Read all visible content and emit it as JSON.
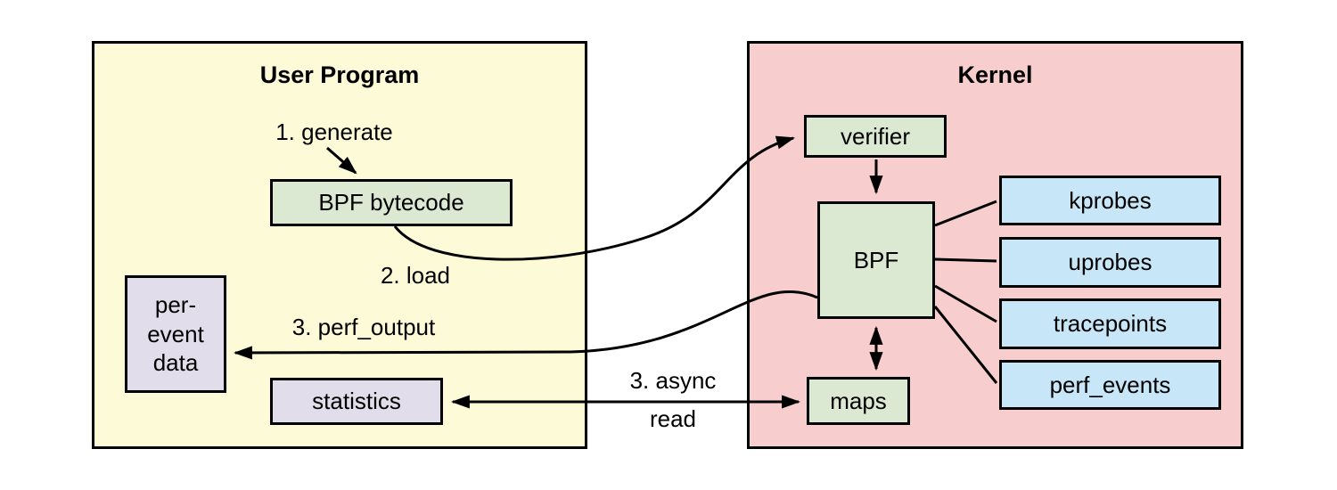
{
  "diagram": {
    "user_program": {
      "title": "User Program",
      "nodes": {
        "bpf_bytecode": "BPF bytecode",
        "per_event_data": {
          "lines": [
            "per-",
            "event",
            "data"
          ]
        },
        "statistics": "statistics"
      },
      "labels": {
        "step1": "1. generate",
        "step2": "2. load",
        "step3_perf_output": "3. perf_output"
      }
    },
    "kernel": {
      "title": "Kernel",
      "nodes": {
        "verifier": "verifier",
        "bpf": "BPF",
        "maps": "maps",
        "kprobes": "kprobes",
        "uprobes": "uprobes",
        "tracepoints": "tracepoints",
        "perf_events": "perf_events"
      }
    },
    "shared_labels": {
      "step3_async_line1": "3. async",
      "step3_async_line2": "read"
    },
    "colors": {
      "user_program_fill": "#FCFAD7",
      "kernel_fill": "#F8CDCD",
      "green_node_fill": "#DBE8D2",
      "blue_node_fill": "#C7E7F8",
      "lavender_node_fill": "#E1DDEB",
      "line_stroke": "#000000"
    }
  }
}
